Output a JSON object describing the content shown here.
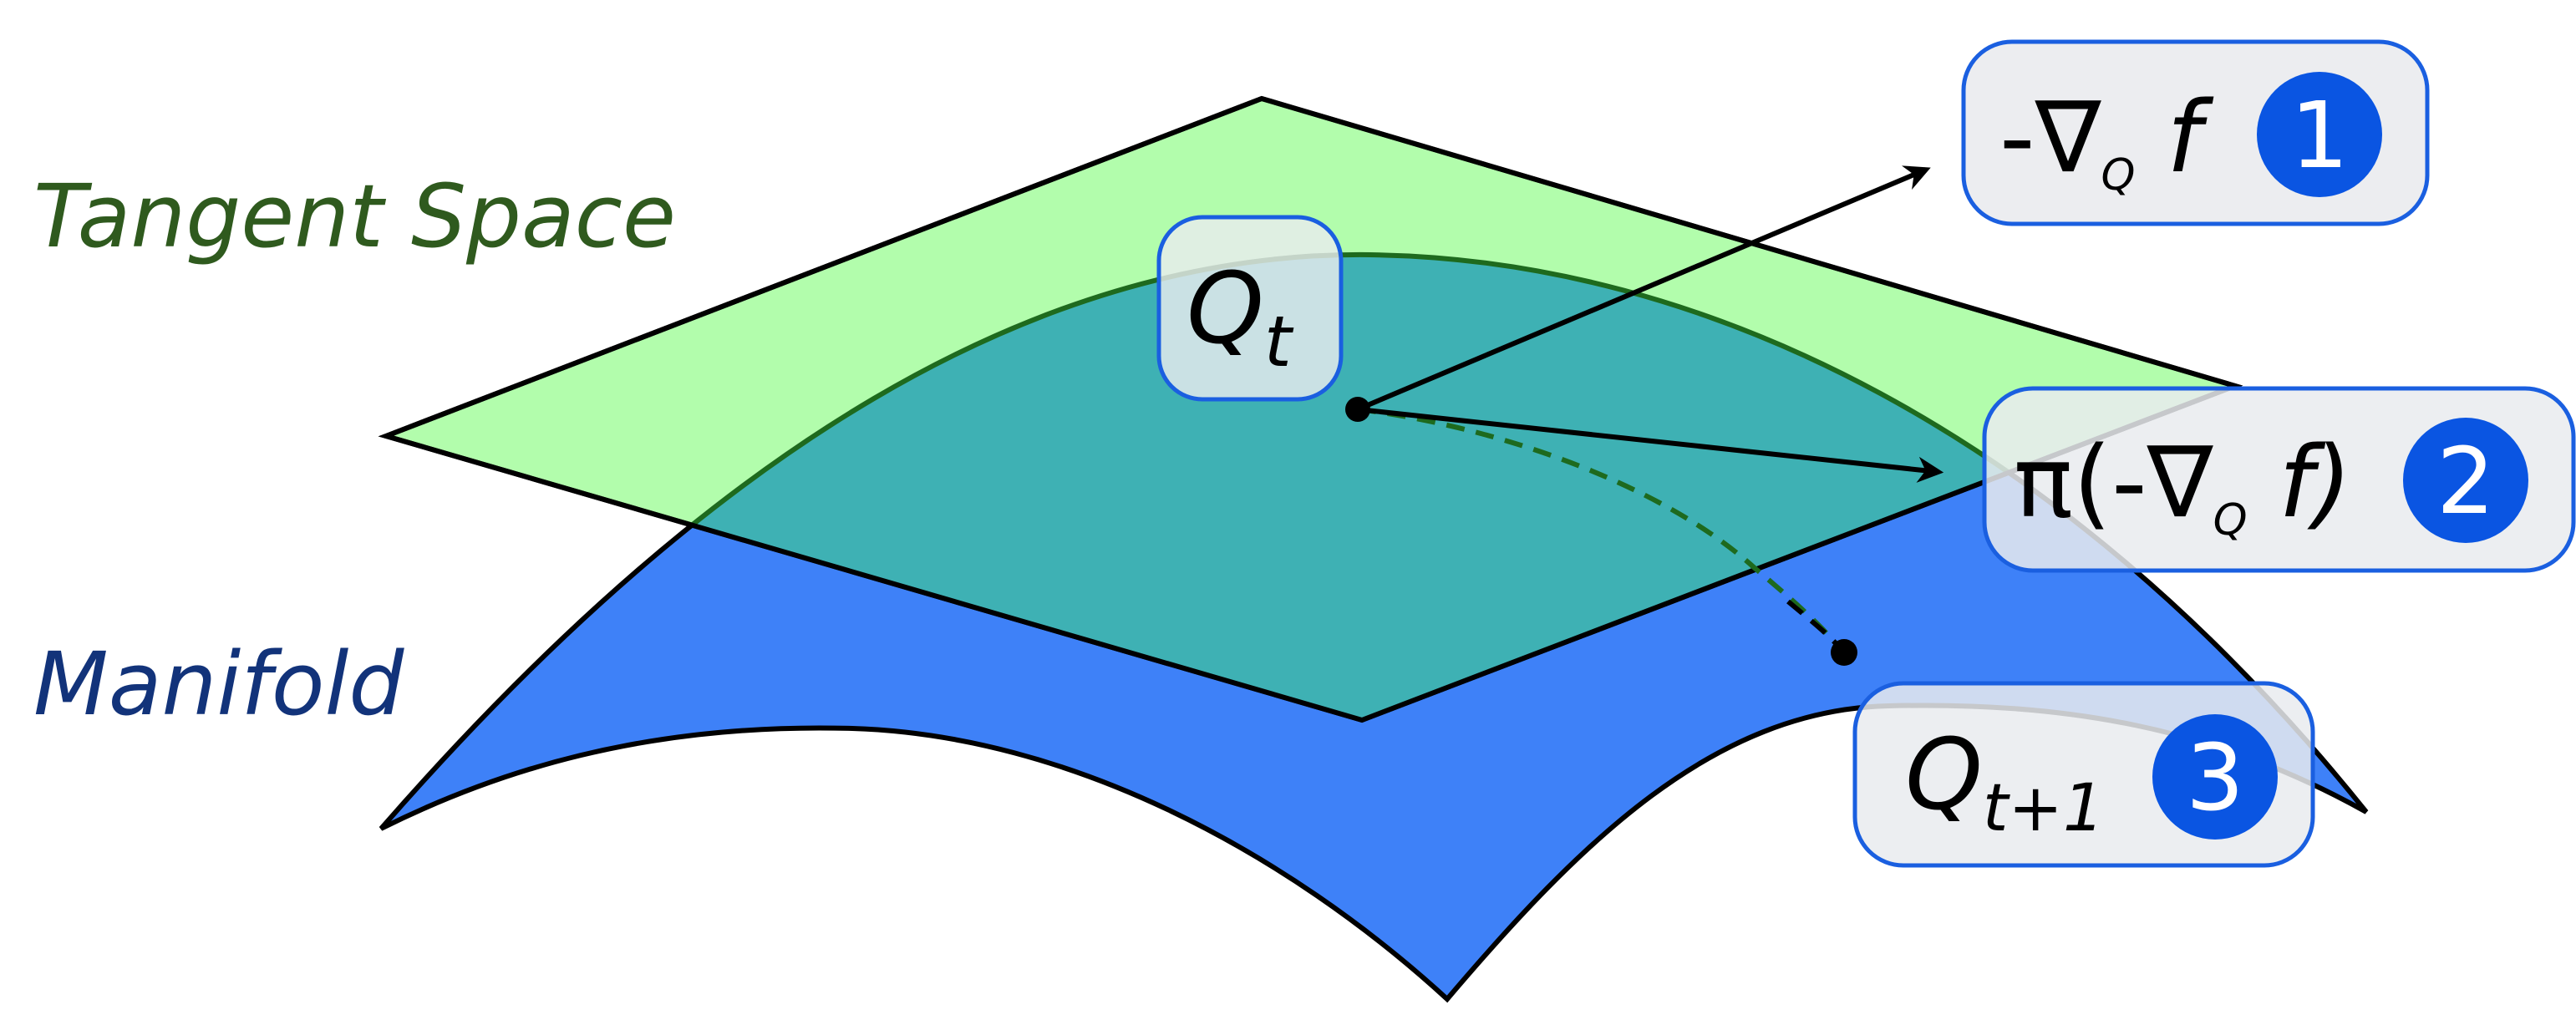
{
  "labels": {
    "tangent_space": "Tangent Space",
    "manifold": "Manifold"
  },
  "points": {
    "current": "Q",
    "current_sub": "t",
    "next": "Q",
    "next_sub": "t+1"
  },
  "steps": [
    {
      "number": "1",
      "prefix": "-∇",
      "sub": "Q",
      "suffix": " f"
    },
    {
      "number": "2",
      "open": "π(-∇",
      "sub": "Q",
      "suffix": " f)"
    },
    {
      "number": "3"
    }
  ],
  "colors": {
    "tangent_plane": "#b2fdac",
    "manifold": "#3e81f8",
    "overlap": "#3eb1b4",
    "tangent_text": "#2f5a1e",
    "manifold_text": "#12337a",
    "badge_fill": "#0a55e2",
    "box_stroke": "#1a5fe0",
    "box_fill": "#e9ebee",
    "curve": "#1e6a1e"
  }
}
